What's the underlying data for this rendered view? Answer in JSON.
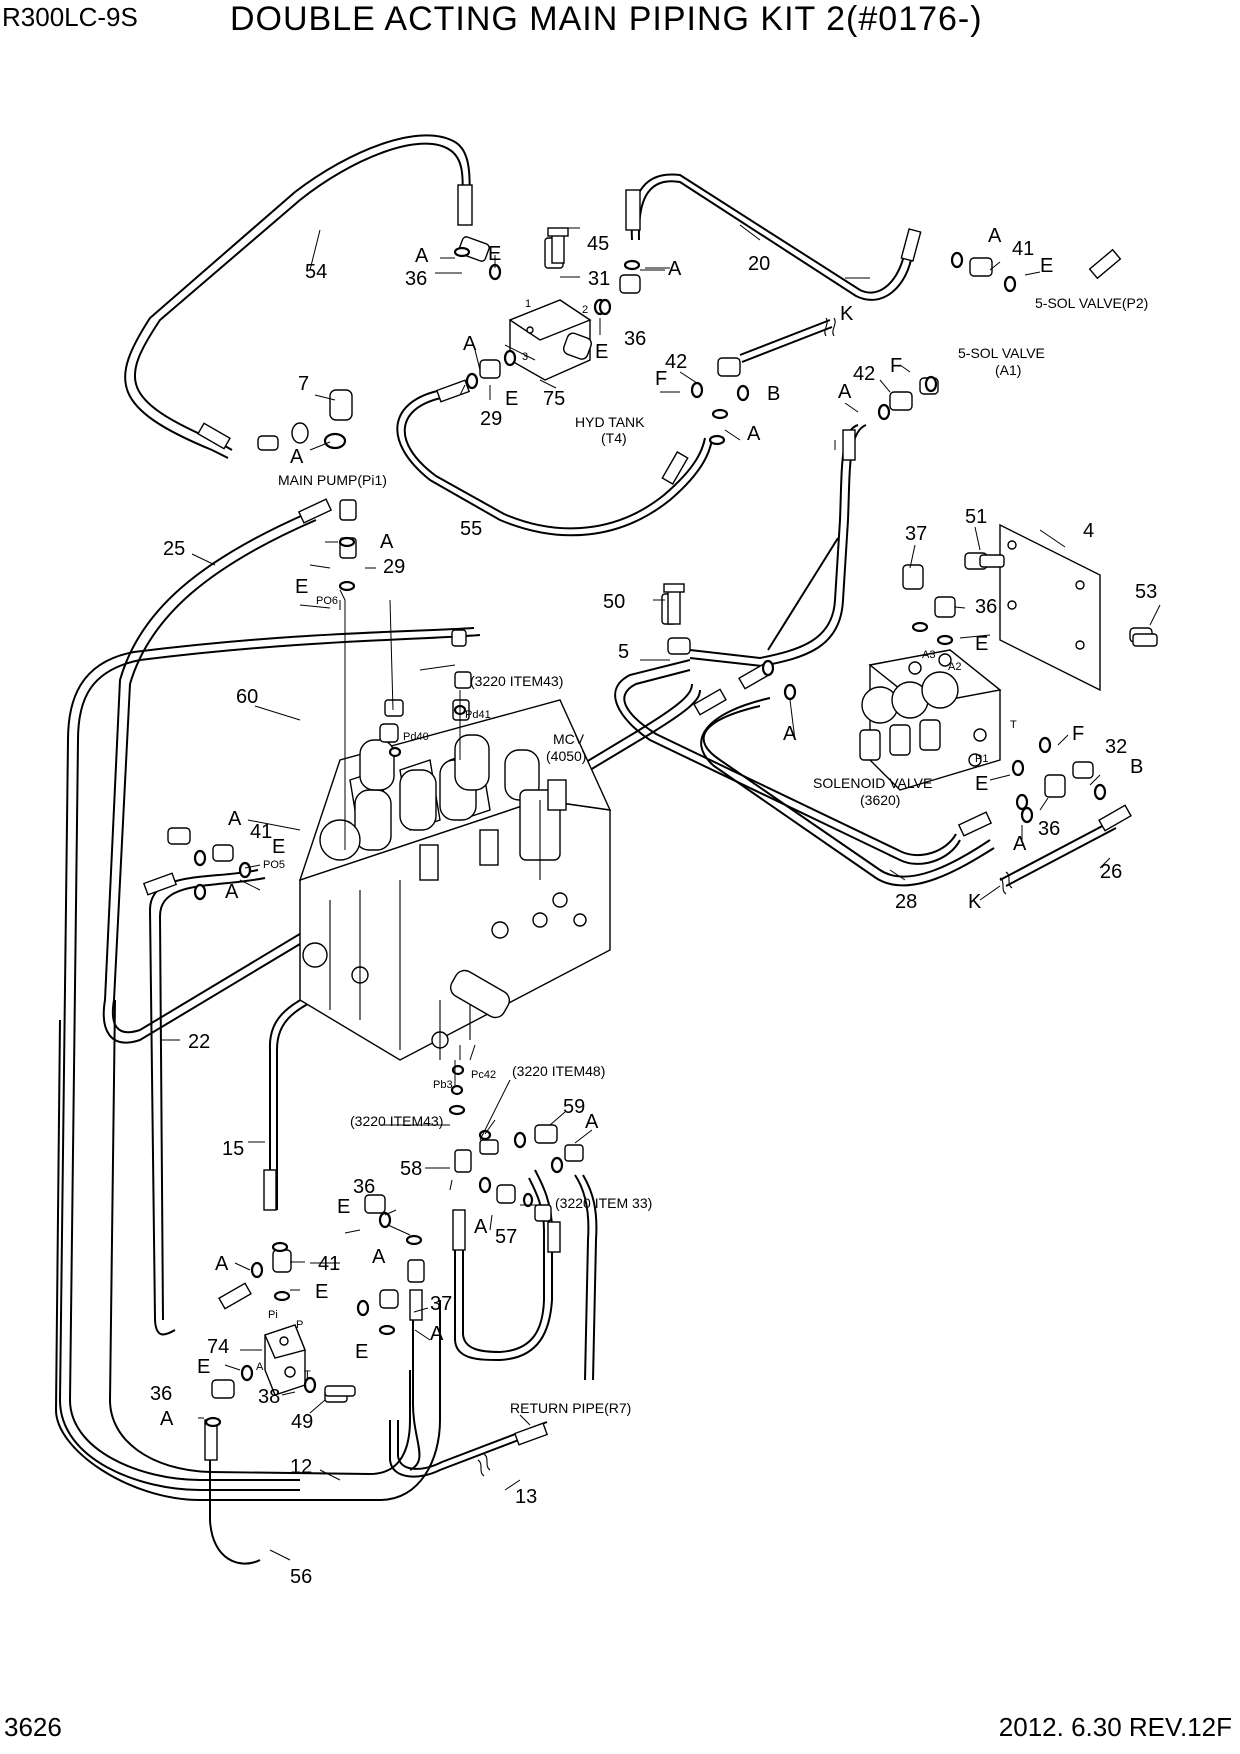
{
  "header": {
    "model": "R300LC-9S",
    "title": "DOUBLE ACTING MAIN PIPING KIT 2(#0176-)"
  },
  "footer": {
    "page": "3626",
    "revision": "2012. 6.30  REV.12F"
  },
  "part_numbers": {
    "p4": "4",
    "p5": "5",
    "p7": "7",
    "p12": "12",
    "p13": "13",
    "p15": "15",
    "p20": "20",
    "p22": "22",
    "p25": "25",
    "p26": "26",
    "p28": "28",
    "p29a": "29",
    "p29b": "29",
    "p31": "31",
    "p32": "32",
    "p36a": "36",
    "p36b": "36",
    "p36c": "36",
    "p36d": "36",
    "p36e": "36",
    "p36f": "36",
    "p37a": "37",
    "p37b": "37",
    "p38": "38",
    "p41a": "41",
    "p41b": "41",
    "p41c": "41",
    "p42a": "42",
    "p42b": "42",
    "p45": "45",
    "p49": "49",
    "p50": "50",
    "p51": "51",
    "p53": "53",
    "p54": "54",
    "p55": "55",
    "p56": "56",
    "p57": "57",
    "p58": "58",
    "p59": "59",
    "p60": "60",
    "p74": "74",
    "p75": "75"
  },
  "seal_letters": {
    "A": "A",
    "B": "B",
    "E": "E",
    "F": "F",
    "K": "K"
  },
  "notes": {
    "sol_p2": "5-SOL VALVE(P2)",
    "sol_a1_1": "5-SOL VALVE",
    "sol_a1_2": "(A1)",
    "hyd_tank_1": "HYD TANK",
    "hyd_tank_2": "(T4)",
    "main_pump": "MAIN PUMP(Pi1)",
    "mcv_1": "MCV",
    "mcv_2": "(4050)",
    "solenoid_1": "SOLENOID VALVE",
    "solenoid_2": "(3620)",
    "item43_top": "(3220 ITEM43)",
    "item48": "(3220 ITEM48)",
    "item43_low": "(3220 ITEM43)",
    "item33": "(3220 ITEM 33)",
    "return_pipe": "RETURN PIPE(R7)"
  },
  "port_labels": {
    "po6": "PO6",
    "pd41": "Pd41",
    "pd40": "Pd40",
    "po5": "PO5",
    "pb3": "Pb3",
    "pc42": "Pc42",
    "pi": "Pi",
    "p": "P",
    "t": "T",
    "a": "A",
    "a3": "A3",
    "a2": "A2",
    "p1": "P1",
    "t_sol": "T",
    "n1": "1",
    "n2": "2",
    "n3": "3"
  }
}
